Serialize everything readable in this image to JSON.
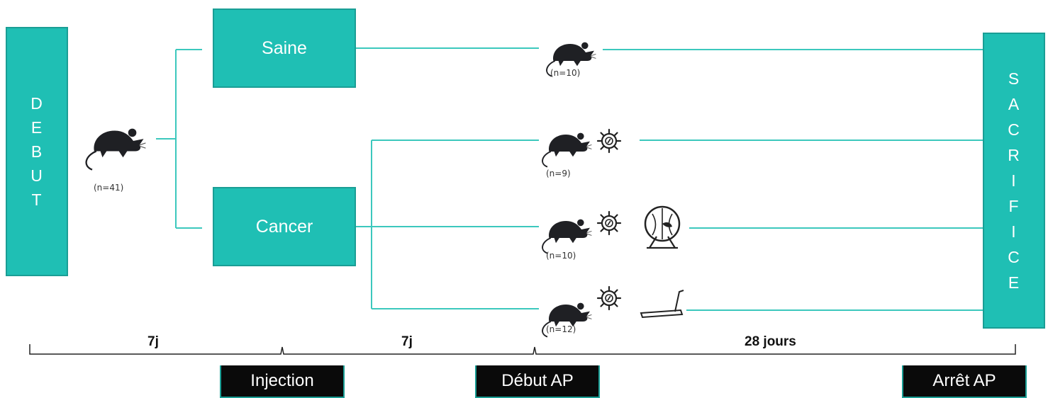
{
  "start": {
    "letters": [
      "D",
      "E",
      "B",
      "U",
      "T"
    ]
  },
  "end": {
    "letters": [
      "S",
      "A",
      "C",
      "R",
      "I",
      "F",
      "I",
      "C",
      "E"
    ]
  },
  "initial_group": {
    "count": "(n=41)"
  },
  "groups": {
    "healthy": "Saine",
    "cancer": "Cancer"
  },
  "subgroups": [
    {
      "count": "(n=10)",
      "icons": [
        "mouse-icon"
      ]
    },
    {
      "count": "(n=9)",
      "icons": [
        "mouse-icon",
        "chemo-icon"
      ]
    },
    {
      "count": "(n=10)",
      "icons": [
        "mouse-icon",
        "chemo-icon",
        "running-wheel-icon"
      ]
    },
    {
      "count": "(n=12)",
      "icons": [
        "mouse-icon",
        "chemo-icon",
        "treadmill-icon"
      ]
    }
  ],
  "timeline": {
    "periods": [
      "7j",
      "7j",
      "28 jours"
    ],
    "events": [
      "Injection",
      "Début AP",
      "Arrêt AP"
    ]
  },
  "colors": {
    "accent": "#1fbfb4",
    "accent_border": "#1a9e95",
    "line": "#3cc8bd",
    "event_bg": "#0a0a0a"
  }
}
